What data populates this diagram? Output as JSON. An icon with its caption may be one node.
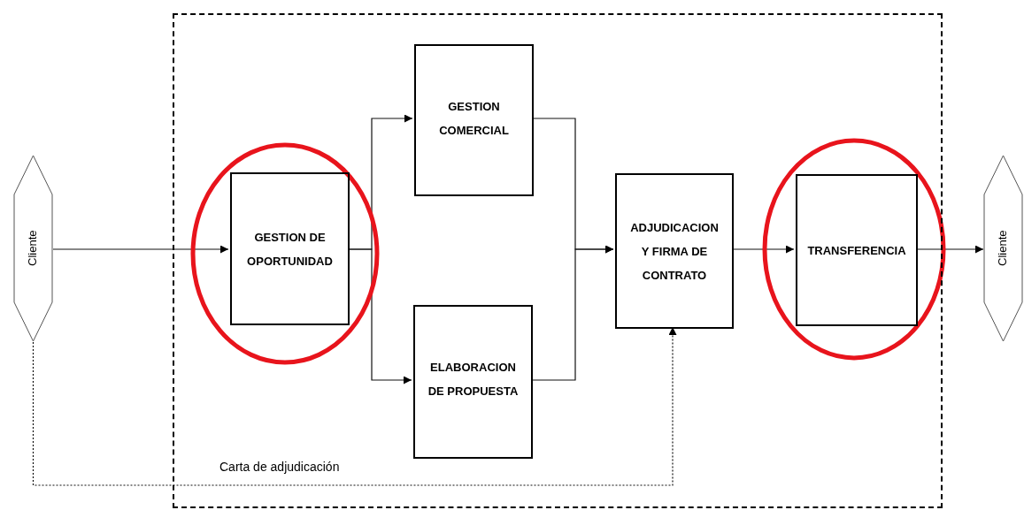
{
  "diagram": {
    "nodes": [
      {
        "text": [],
        "shape": "box"
      },
      {
        "text": [
          "Cliente"
        ]
      },
      {
        "text": [
          "GESTION DE OPORTUNIDAD"
        ],
        "in": 0
      },
      {
        "text": [
          "GESTION COMERCIAL"
        ],
        "in": 0
      },
      {
        "text": [
          "ELABORACION DE PROPUESTA"
        ],
        "in": 0
      },
      {
        "text": [
          "ADJUDICACION Y FIRMA DE CONTRATO"
        ],
        "in": 0
      },
      {
        "text": [
          "TRANSFERENCIA"
        ],
        "in": 0
      },
      {
        "text": [
          "Cliente"
        ]
      }
    ],
    "edges": [
      {
        "from": 1,
        "to": 2,
        "arrow": "to"
      },
      {
        "from": 2,
        "to": 3,
        "arrow": "to"
      },
      {
        "from": 2,
        "to": 4,
        "arrow": "to"
      },
      {
        "from": 3,
        "to": 5,
        "arrow": "to"
      },
      {
        "from": 4,
        "to": 5,
        "arrow": "to"
      },
      {
        "from": 5,
        "to": 6,
        "arrow": "to"
      },
      {
        "from": 6,
        "to": 7,
        "arrow": "to"
      },
      {
        "from": 1,
        "to": 5,
        "arrow": "to",
        "style": "dashed",
        "label": "Carta de adjudicación"
      }
    ]
  }
}
